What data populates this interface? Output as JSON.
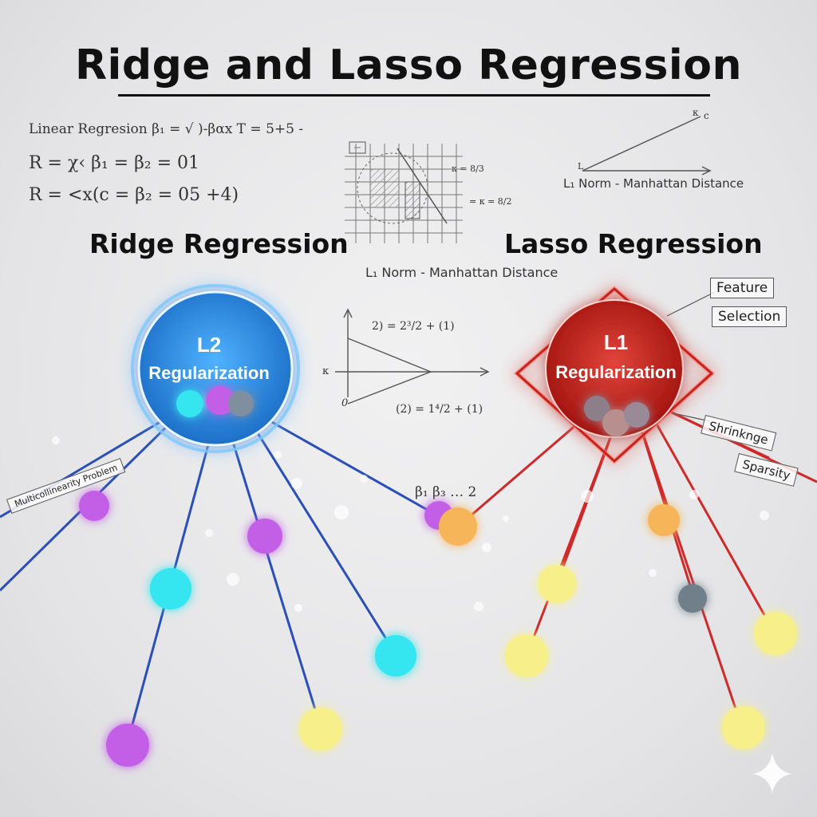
{
  "title": "Ridge and Lasso Regression",
  "formulas": {
    "line1": "Linear Regresion  β₁ = √ )-βαx T = 5+5 -",
    "line2": "R = χ‹ β₁ = β₂ = 01",
    "line3": "R = <x(c = β₂ = 05 +4)"
  },
  "ridge": {
    "heading": "Ridge Regression",
    "node_line1": "L2",
    "node_line2": "Regularization",
    "problem_tag": "Multicollinearity Problem",
    "color": "#2a86d6"
  },
  "lasso": {
    "heading": "Lasso Regression",
    "node_line1": "L1",
    "node_line2": "Regularization",
    "color": "#c8231f",
    "tags": [
      "Feature",
      "Selection",
      "Shrinknge",
      "Sparsity"
    ]
  },
  "center": {
    "norm_label": "L₁ Norm - Manhattan Distance",
    "grid_eq_top": "κ = 8/3",
    "grid_eq_bottom": "= κ = 8/2",
    "plot_eq_top": "2) = 2³/2 + (1)",
    "plot_eq_bottom": "(2) = 1⁴/2 + (1)",
    "plot_axis_x": "κ",
    "plot_axis_origin": "0",
    "beta_label": "β₁ β₃  … 2"
  },
  "top_right": {
    "norm_label": "L₁ Norm - Manhattan Distance",
    "end_label": "κ",
    "end_label2": "c",
    "start_label": "L"
  },
  "colors": {
    "blue_line": "#2a4fb8",
    "red_line": "#cf2a2a",
    "cyan": "#35e6f0",
    "purple": "#c35ee6",
    "yellow": "#f6ef8a",
    "orange": "#f7b55a",
    "gray": "#6f7f8a"
  }
}
